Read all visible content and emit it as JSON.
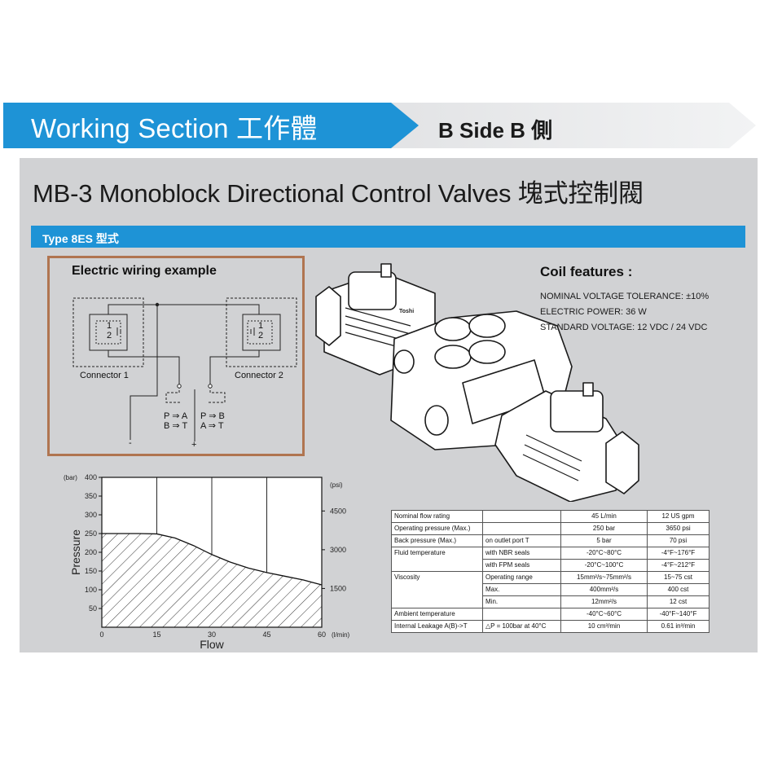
{
  "header": {
    "section_title": "Working Section 工作體",
    "side_label": "B Side B 側",
    "colors": {
      "blue": "#1e93d6",
      "grey": "#d1d2d4"
    }
  },
  "main_title": "MB-3 Monoblock Directional Control Valves 塊式控制閥",
  "type_bar_label": "Type 8ES  型式",
  "wiring": {
    "title": "Electric wiring example",
    "connector1": "Connector 1",
    "connector2": "Connector 2",
    "conn1_pin1": "1",
    "conn1_pin2": "2",
    "conn2_pin1": "1",
    "conn2_pin2": "2",
    "flow_left_1": "P ⇒ A",
    "flow_left_2": "B ⇒ T",
    "flow_right_1": "P ⇒ B",
    "flow_right_2": "A ⇒ T",
    "minus": "-",
    "plus": "+"
  },
  "coil": {
    "title": "Coil features :",
    "lines": [
      "NOMINAL VOLTAGE TOLERANCE: ±10%",
      "ELECTRIC POWER: 36 W",
      "STANDARD VOLTAGE: 12 VDC / 24 VDC"
    ]
  },
  "valve_logo": "Toshi",
  "chart_data": {
    "type": "area",
    "xlabel": "Flow",
    "xunit": "(l/min)",
    "ylabel": "Pressure",
    "yunit_left": "(bar)",
    "yunit_right": "(psi)",
    "x_ticks": [
      0,
      15,
      30,
      45,
      60
    ],
    "y_ticks": [
      50,
      100,
      150,
      200,
      250,
      300,
      350,
      400
    ],
    "psi_ticks": [
      1500,
      3000,
      4500
    ],
    "xlim": [
      0,
      60
    ],
    "ylim": [
      0,
      400
    ],
    "grid": true,
    "fill": "hatched",
    "x": [
      0,
      5,
      10,
      15,
      20,
      25,
      30,
      35,
      40,
      45,
      50,
      55,
      60
    ],
    "y": [
      250,
      250,
      250,
      249,
      238,
      218,
      194,
      174,
      158,
      146,
      136,
      126,
      113
    ]
  },
  "spec_table": {
    "rows": [
      {
        "label": "Nominal flow rating",
        "cond": "",
        "si": "45 L/min",
        "us": "12 US gpm"
      },
      {
        "label": "Operating pressure (Max.)",
        "cond": "",
        "si": "250 bar",
        "us": "3650 psi"
      },
      {
        "label": "Back pressure (Max.)",
        "cond": "on outlet port T",
        "si": "5 bar",
        "us": "70 psi"
      },
      {
        "label": "Fluid temperature",
        "cond": "with NBR seals",
        "si": "-20°C~80°C",
        "us": "-4°F~176°F"
      },
      {
        "label": "",
        "cond": "with FPM seals",
        "si": "-20°C~100°C",
        "us": "-4°F~212°F"
      },
      {
        "label": "Viscosity",
        "cond": "Operating range",
        "si": "15mm²/s~75mm²/s",
        "us": "15~75 cst"
      },
      {
        "label": "",
        "cond": "Max.",
        "si": "400mm²/s",
        "us": "400 cst"
      },
      {
        "label": "",
        "cond": "Min.",
        "si": "12mm²/s",
        "us": "12 cst"
      },
      {
        "label": "Ambient temperature",
        "cond": "",
        "si": "-40°C~60°C",
        "us": "-40°F~140°F"
      },
      {
        "label": "Internal Leakage A(B)->T",
        "cond": "△P = 100bar at 40°C",
        "si": "10 cm³/min",
        "us": "0.61 in³/min"
      }
    ]
  }
}
